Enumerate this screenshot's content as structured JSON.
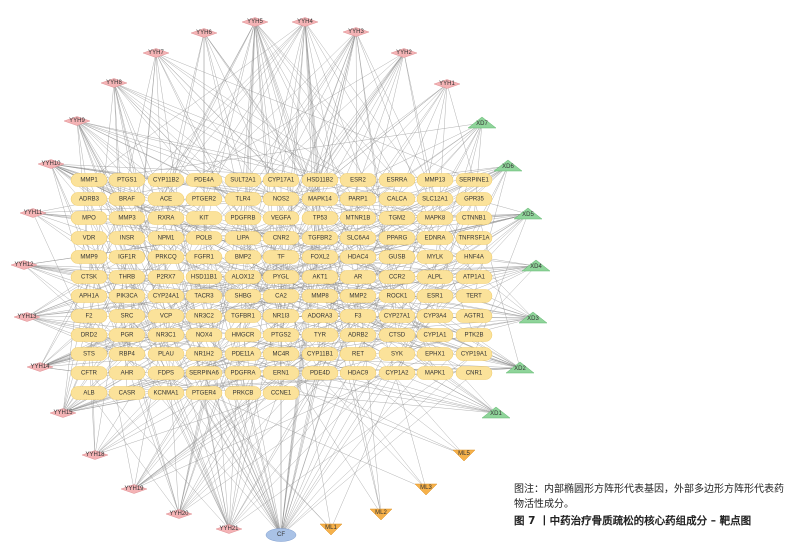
{
  "colors": {
    "edge": "#8c8c8c",
    "gene_fill": "#fbe29a",
    "gene_stroke": "#f0cc6a",
    "yyh_fill": "#f4b3b5",
    "yyh_stroke": "#e08f93",
    "xd_fill": "#8fd49a",
    "xd_stroke": "#5fb86e",
    "ml_fill": "#f6b14a",
    "ml_stroke": "#dc9024",
    "cf_fill": "#a9c2e6",
    "cf_stroke": "#7f9ed0"
  },
  "genes": [
    [
      "MMP1",
      "PTGS1",
      "CYP11B2",
      "PDE4A",
      "SULT2A1",
      "CYP17A1",
      "HSD11B2",
      "ESR2",
      "ESRRA",
      "MMP13",
      "SERPINE1"
    ],
    [
      "ADRB3",
      "BRAF",
      "ACE",
      "PTGER2",
      "TLR4",
      "NOS2",
      "MAPK14",
      "PARP1",
      "CALCA",
      "SLC12A1",
      "GPR35"
    ],
    [
      "MPO",
      "MMP3",
      "RXRA",
      "KIT",
      "PDGFRB",
      "VEGFA",
      "TP53",
      "MTNR1B",
      "TGM2",
      "MAPK8",
      "CTNNB1"
    ],
    [
      "VDR",
      "INSR",
      "NPM1",
      "POLB",
      "LIPA",
      "CNR2",
      "TGFBR2",
      "SLC6A4",
      "PPARG",
      "EDNRA",
      "TNFRSF1A"
    ],
    [
      "MMP9",
      "IGF1R",
      "PRKCQ",
      "FGFR1",
      "BMP2",
      "TF",
      "FOXL2",
      "HDAC4",
      "GUSB",
      "MYLK",
      "HNF4A"
    ],
    [
      "CTSK",
      "THRB",
      "P2RX7",
      "HSD11B1",
      "ALOX12",
      "PYGL",
      "AKT1",
      "AR",
      "CCR2",
      "ALPL",
      "ATP1A1"
    ],
    [
      "APH1A",
      "PIK3CA",
      "CYP24A1",
      "TACR3",
      "SHBG",
      "CA2",
      "MMP8",
      "MMP2",
      "ROCK1",
      "ESR1",
      "TERT"
    ],
    [
      "F2",
      "SRC",
      "VCP",
      "NR3C2",
      "TGFBR1",
      "NR1I3",
      "ADORA3",
      "F3",
      "CYP27A1",
      "CYP3A4",
      "AGTR1"
    ],
    [
      "DRD2",
      "PGR",
      "NR3C1",
      "NOX4",
      "HMGCR",
      "PTGS2",
      "TYR",
      "ADRB2",
      "CTSD",
      "CYP1A1",
      "PTK2B"
    ],
    [
      "STS",
      "RBP4",
      "PLAU",
      "NR1H2",
      "PDE11A",
      "MC4R",
      "CYP11B1",
      "RET",
      "SYK",
      "EPHX1",
      "CYP19A1"
    ],
    [
      "CFTR",
      "AHR",
      "FDPS",
      "SERPINA6",
      "PDGFRA",
      "ERN1",
      "PDE4D",
      "HDAC9",
      "CYP1A2",
      "MAPK1",
      "CNR1"
    ],
    [
      "ALB",
      "CASR",
      "KCNMA1",
      "PTGER4",
      "PRKCB",
      "CCNE1"
    ]
  ],
  "yyh_nodes": [
    "YYH1",
    "YYH2",
    "YYH3",
    "YYH4",
    "YYH5",
    "YYH6",
    "YYH7",
    "YYH8",
    "YYH9",
    "YYH10",
    "YYH11",
    "YYH12",
    "YYH13",
    "YYH14",
    "YYH15",
    "YYH18",
    "YYH19",
    "YYH20",
    "YYH21"
  ],
  "xd_nodes": [
    "XD7",
    "XD6",
    "XD5",
    "XD4",
    "XD3",
    "XD2",
    "XD1"
  ],
  "ml_nodes": [
    "ML5",
    "ML3",
    "ML2",
    "ML1"
  ],
  "cf_nodes": [
    "CF"
  ],
  "caption": {
    "note": "图注：内部椭圆形方阵形代表基因，外部多边形方阵形代表药物活性成分。",
    "title": "图 7 丨中药治疗骨质疏松的核心药组成分 – 靶点图"
  }
}
